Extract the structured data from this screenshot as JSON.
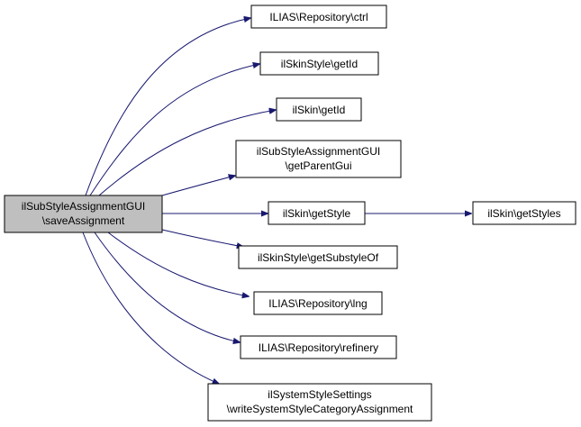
{
  "colors": {
    "edge": "#191970",
    "node_border": "#000000",
    "root_fill": "#bfbfbf",
    "node_fill": "#ffffff"
  },
  "nodes": {
    "root": {
      "lines": [
        "ilSubStyleAssignmentGUI",
        "\\saveAssignment"
      ]
    },
    "repo_ctrl": {
      "lines": [
        "ILIAS\\Repository\\ctrl"
      ]
    },
    "skinstyle_getid": {
      "lines": [
        "ilSkinStyle\\getId"
      ]
    },
    "skin_getid": {
      "lines": [
        "ilSkin\\getId"
      ]
    },
    "get_parent_gui": {
      "lines": [
        "ilSubStyleAssignmentGUI",
        "\\getParentGui"
      ]
    },
    "skin_getstyle": {
      "lines": [
        "ilSkin\\getStyle"
      ]
    },
    "skin_getstyles": {
      "lines": [
        "ilSkin\\getStyles"
      ]
    },
    "get_substyle_of": {
      "lines": [
        "ilSkinStyle\\getSubstyleOf"
      ]
    },
    "repo_lng": {
      "lines": [
        "ILIAS\\Repository\\lng"
      ]
    },
    "repo_refinery": {
      "lines": [
        "ILIAS\\Repository\\refinery"
      ]
    },
    "write_assignment": {
      "lines": [
        "ilSystemStyleSettings",
        "\\writeSystemStyleCategoryAssignment"
      ]
    }
  }
}
